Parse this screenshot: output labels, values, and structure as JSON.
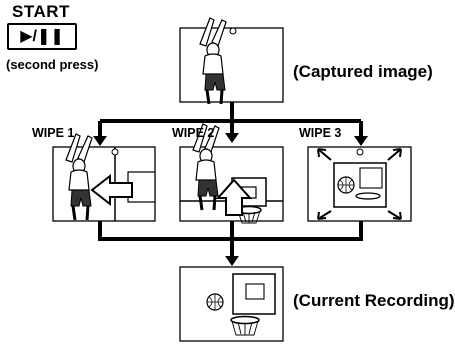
{
  "controls": {
    "start_label": "START",
    "button_symbol": "▶/❚❚",
    "button_note": "(second press)"
  },
  "captions": {
    "captured": "(Captured image)",
    "current": "(Current Recording)"
  },
  "wipes": {
    "wipe1": "WIPE 1",
    "wipe2": "WIPE 2",
    "wipe3": "WIPE 3"
  },
  "icons": [
    "play-pause-icon",
    "arrow-left-icon",
    "arrow-up-icon",
    "expand-arrows-icon",
    "basketball-icon"
  ]
}
